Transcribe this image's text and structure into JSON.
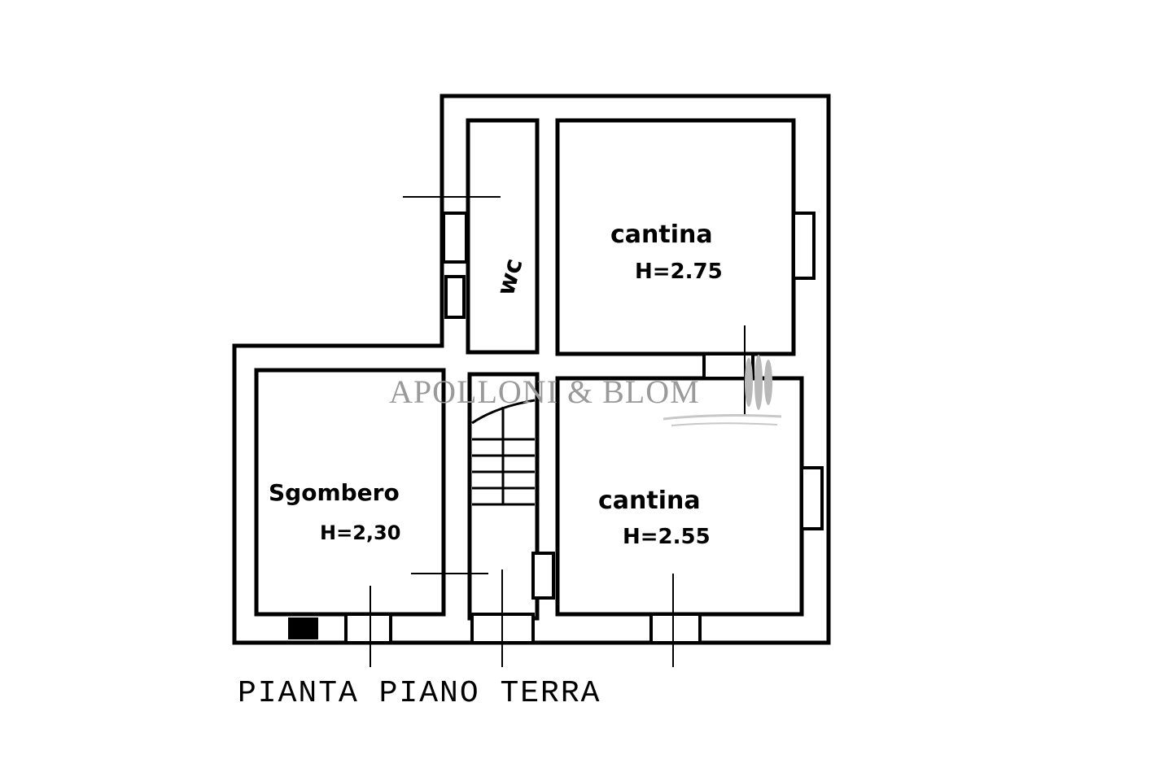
{
  "plan": {
    "title": "PIANTA PIANO TERRA",
    "rooms": [
      {
        "name": "cantina",
        "height": "H=2.75"
      },
      {
        "name": "cantina",
        "height": "H=2.55"
      },
      {
        "name": "Sgombero",
        "height": "H=2,30"
      },
      {
        "name": "wc"
      }
    ]
  },
  "watermark": {
    "text": "APOLLONI & BLOM",
    "color": "#9a9a9a"
  },
  "colors": {
    "line": "#000000",
    "background": "#ffffff"
  }
}
